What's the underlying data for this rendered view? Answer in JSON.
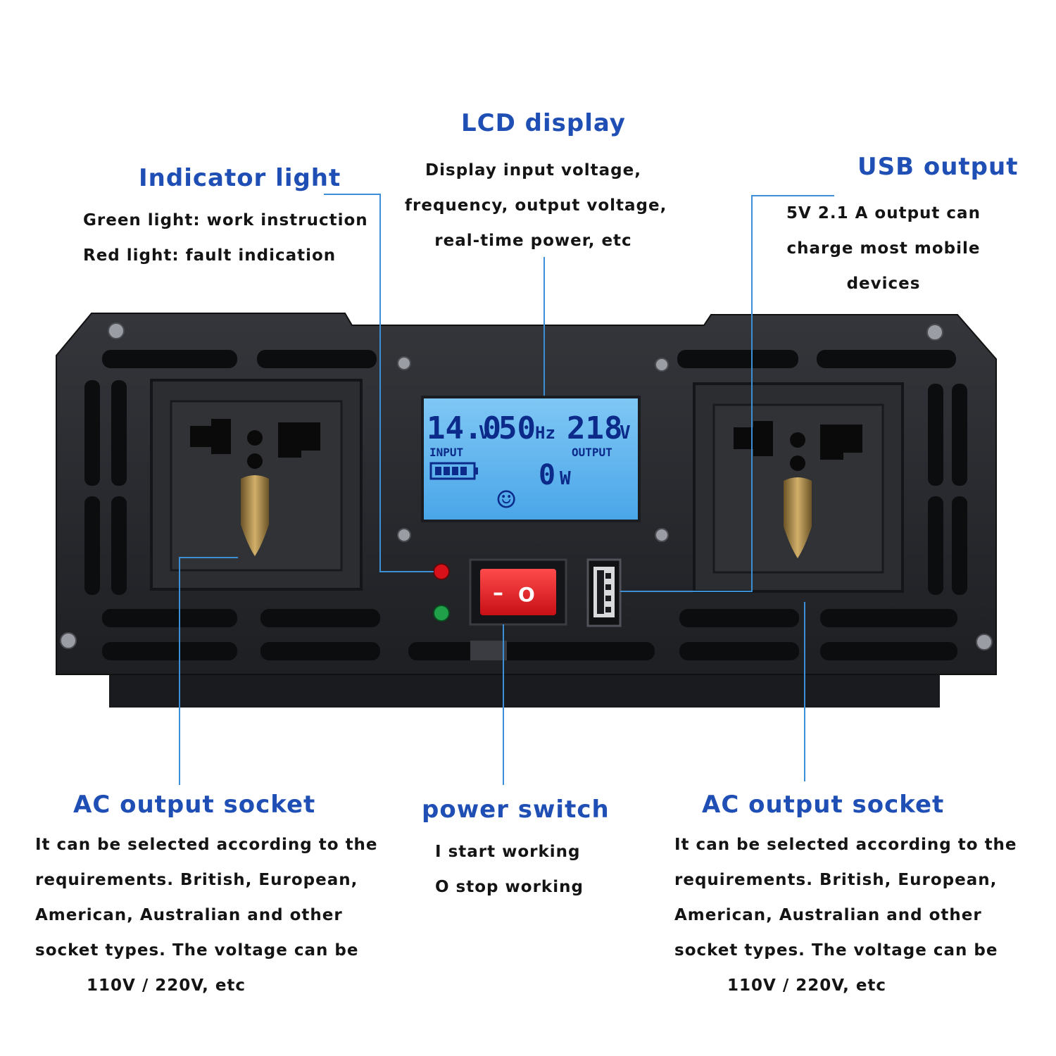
{
  "callouts": {
    "lcd": {
      "title": "LCD display",
      "lines": [
        "Display input voltage,",
        "frequency, output voltage,",
        "real-time power, etc"
      ]
    },
    "indicator": {
      "title": "Indicator light",
      "lines": [
        "Green light: work instruction",
        "Red light: fault indication"
      ]
    },
    "usb": {
      "title": "USB output",
      "lines": [
        "5V 2.1 A output can",
        "charge most mobile",
        "devices"
      ]
    },
    "ac_left": {
      "title": "AC output socket",
      "lines": [
        "It can be selected according to the",
        "requirements. British, European,",
        "American, Australian and other",
        "socket types. The voltage can be",
        "110V / 220V, etc"
      ]
    },
    "power": {
      "title": "power switch",
      "lines": [
        "I start working",
        "O stop working"
      ]
    },
    "ac_right": {
      "title": "AC output socket",
      "lines": [
        "It can be selected according to the",
        "requirements. British, European,",
        "American, Australian and other",
        "socket types. The voltage can be",
        "110V / 220V, etc"
      ]
    }
  },
  "lcd_screen": {
    "input_voltage": "14.0",
    "input_unit": "V",
    "frequency": "50",
    "frequency_unit": "Hz",
    "output_voltage": "218",
    "output_unit": "V",
    "input_label": "INPUT",
    "output_label": "OUTPUT",
    "power_value": "0",
    "power_unit": "W",
    "smiley": "☺"
  },
  "switch": {
    "on_symbol": "–",
    "off_symbol": "O"
  },
  "colors": {
    "title_blue": "#1f4fb5",
    "leader_blue": "#3a8fd6",
    "device_body": "#24262b",
    "lcd_blue": "#5fb6f0",
    "switch_red": "#e21b23",
    "led_red": "#d8101a",
    "led_green": "#21a04a"
  }
}
